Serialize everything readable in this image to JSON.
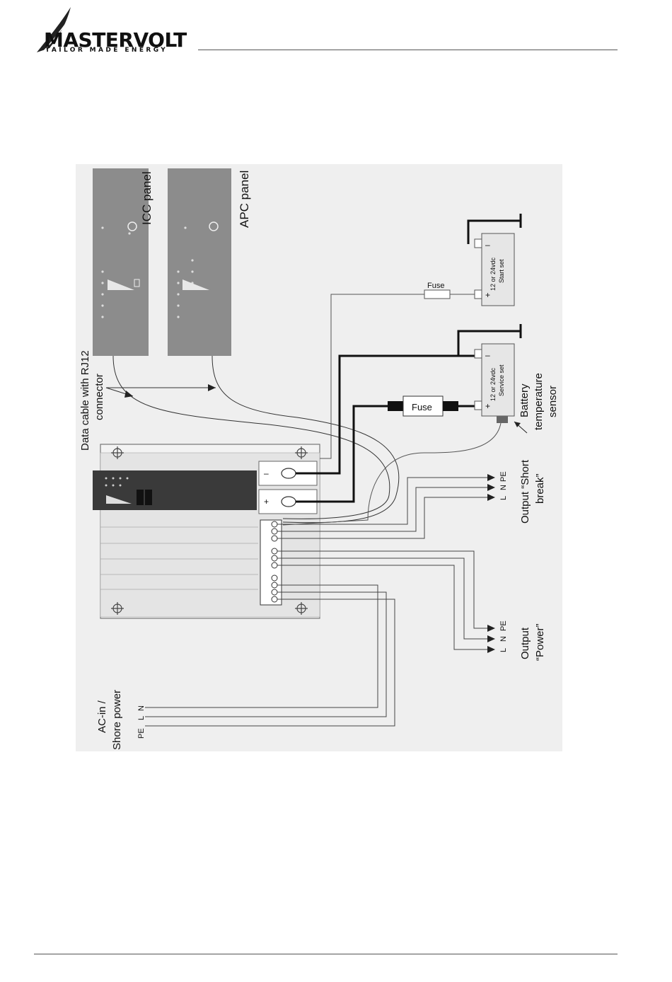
{
  "header": {
    "brand": "MASTERVOLT",
    "tagline": "TAILOR MADE ENERGY"
  },
  "diagram": {
    "icc_panel": "ICC panel",
    "apc_panel": "APC panel",
    "data_cable_line1": "Data cable with RJ12",
    "data_cable_line2": "connector",
    "fuse_small": "Fuse",
    "fuse_large": "Fuse",
    "start_battery_line1": "12 or 24vdc",
    "start_battery_line2": "Start set",
    "service_battery_line1": "12 or 24vdc",
    "service_battery_line2": "Service set",
    "plus": "+",
    "minus": "–",
    "sensor_line1": "Battery",
    "sensor_line2": "temperature",
    "sensor_line3": "sensor",
    "short_break_line1": "Output “Short",
    "short_break_line2": "break”",
    "power_line1": "Output",
    "power_line2": "“Power”",
    "pe": "PE",
    "n": "N",
    "l": "L",
    "acin_line1": "AC-in /",
    "acin_line2": "Shore power",
    "inverter_minus": "–",
    "inverter_plus": "+"
  }
}
